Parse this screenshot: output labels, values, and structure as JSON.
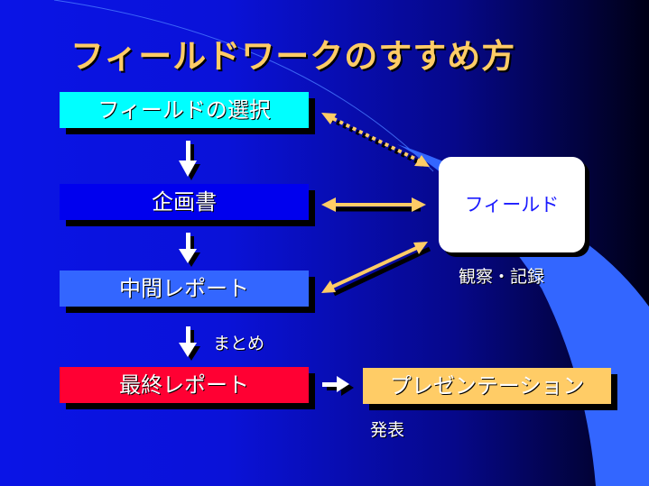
{
  "slide": {
    "title": "フィールドワークのすすめ方",
    "steps": [
      {
        "label": "フィールドの選択",
        "color": "#00ffff"
      },
      {
        "label": "企画書",
        "color": "#0000ee"
      },
      {
        "label": "中間レポート",
        "color": "#3366ff"
      },
      {
        "label": "最終レポート",
        "color": "#ff0033"
      }
    ],
    "field_box": {
      "label": "フィールド",
      "caption": "観察・記録"
    },
    "summary_label": "まとめ",
    "presentation": {
      "label": "プレゼンテーション",
      "caption": "発表",
      "color": "#ffcc66"
    },
    "colors": {
      "title": "#ffcc66",
      "arrow_accent": "#ffcc66",
      "swoosh": "#3366ff"
    }
  }
}
